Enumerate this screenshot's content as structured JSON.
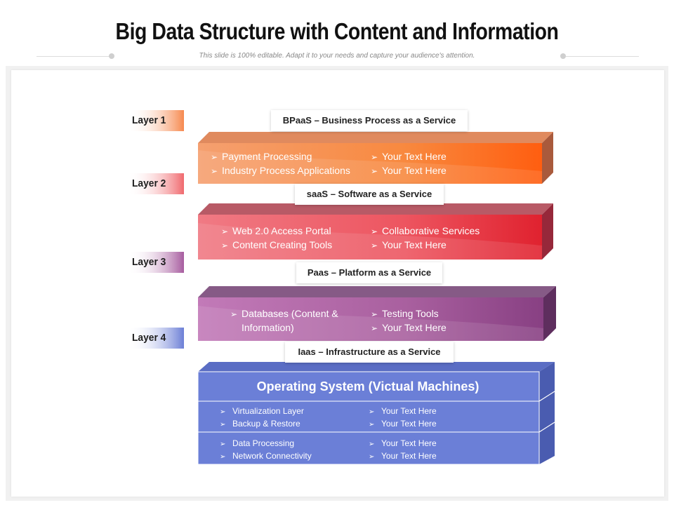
{
  "title": "Big Data Structure with Content and Information",
  "subtitle": "This slide is 100% editable. Adapt it to your needs and capture your audience's attention.",
  "layers": [
    {
      "label": "Layer 1",
      "color": "#f47b4e"
    },
    {
      "label": "Layer 2",
      "color": "#f06a6a"
    },
    {
      "label": "Layer 3",
      "color": "#a560a0"
    },
    {
      "label": "Layer 4",
      "color": "#6a7fd4"
    }
  ],
  "services": {
    "bpaas": "BPaaS – Business Process as a Service",
    "saas": "saaS – Software as a Service",
    "paas": "Paas – Platform as a Service",
    "iaas": "Iaas – Infrastructure as a Service"
  },
  "band1": {
    "left": [
      "Payment Processing",
      "Industry Process Applications"
    ],
    "right": [
      "Your Text Here",
      "Your Text Here"
    ]
  },
  "band2": {
    "left": [
      "Web 2.0 Access Portal",
      "Content Creating Tools"
    ],
    "right": [
      "Collaborative Services",
      "Your Text Here"
    ]
  },
  "band3": {
    "left": [
      "Databases (Content &",
      "Information)"
    ],
    "right": [
      "Testing Tools",
      "Your Text Here"
    ]
  },
  "os": {
    "title": "Operating System (Victual Machines)",
    "row1_left": [
      "Virtualization Layer",
      "Backup & Restore"
    ],
    "row1_right": [
      "Your Text Here",
      "Your Text Here"
    ],
    "row2_left": [
      "Data Processing",
      "Network Connectivity"
    ],
    "row2_right": [
      "Your Text Here",
      "Your Text Here"
    ]
  },
  "colors": {
    "orange": "#ff6a1f",
    "red": "#e8333f",
    "purple": "#9a4d8e",
    "blue": "#6b7fd7"
  },
  "bullet_glyph": "➢"
}
